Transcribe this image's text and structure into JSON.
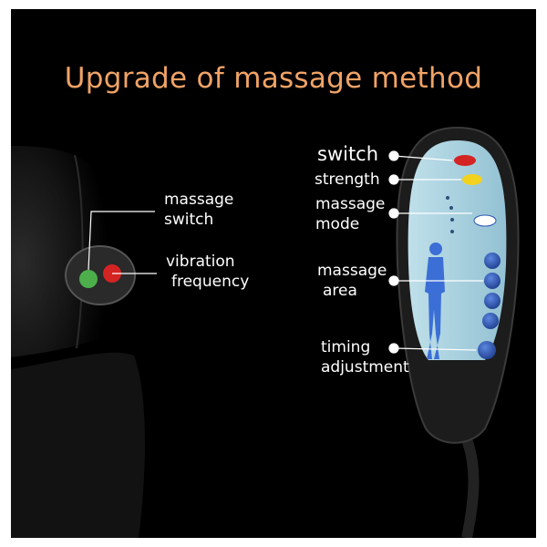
{
  "headline": "Upgrade of massage method",
  "colors": {
    "background": "#000000",
    "headline": "#f0a366",
    "label_text": "#ffffff",
    "remote_panel": "#a9d0de",
    "button_blue": "#2c56b4",
    "seat_button_green": "#4caf4c",
    "seat_button_red": "#d42323"
  },
  "seat_labels": {
    "massage_switch": [
      "massage",
      "switch"
    ],
    "vibration_frequency": [
      "vibration",
      "frequency"
    ]
  },
  "remote_labels": {
    "switch": "switch",
    "strength": "strength",
    "massage_mode": [
      "massage",
      "mode"
    ],
    "massage_area": [
      "massage",
      "area"
    ],
    "timing_adjustment": [
      "timing",
      "adjustment"
    ]
  }
}
